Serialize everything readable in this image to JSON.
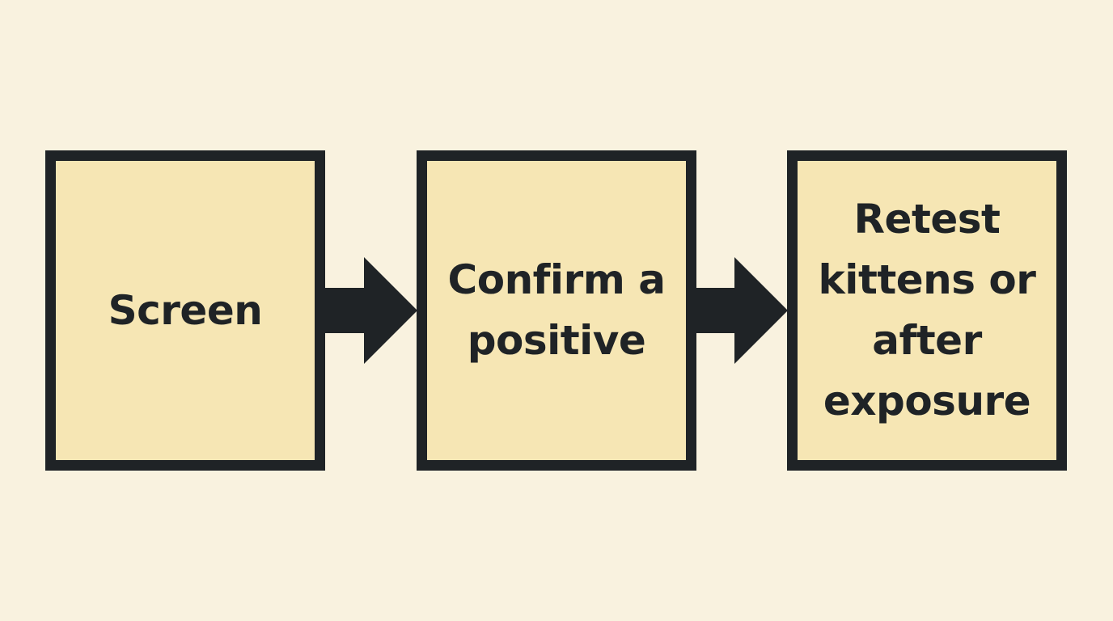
{
  "colors": {
    "background": "#f9f2df",
    "box_fill": "#f6e6b4",
    "ink": "#1f2326"
  },
  "steps": [
    {
      "label": "Screen"
    },
    {
      "label": "Confirm a positive"
    },
    {
      "label": "Retest kittens or after exposure"
    }
  ],
  "arrows": [
    {
      "from": "Screen",
      "to": "Confirm a positive",
      "icon": "right-arrow-icon"
    },
    {
      "from": "Confirm a positive",
      "to": "Retest kittens or after exposure",
      "icon": "right-arrow-icon"
    }
  ]
}
